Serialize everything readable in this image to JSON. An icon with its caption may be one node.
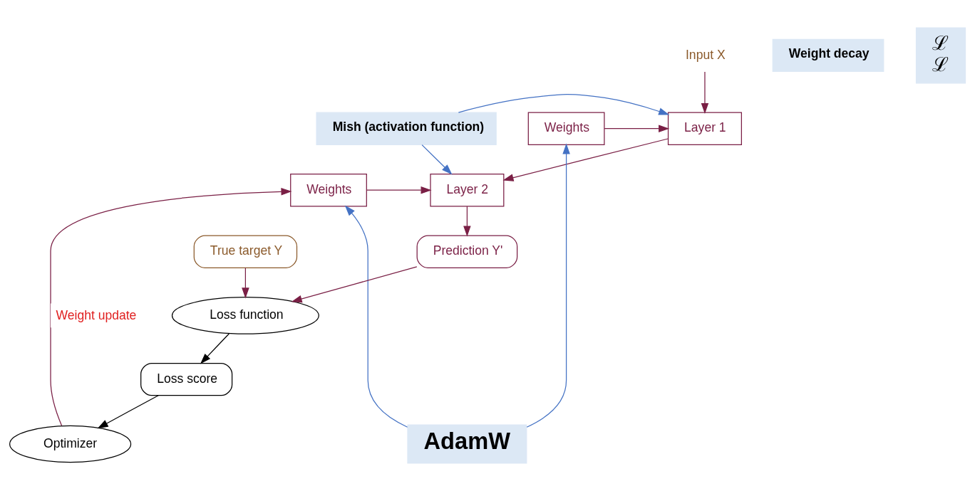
{
  "diagram": {
    "nodes": [
      {
        "text": [
          "Input X"
        ]
      },
      {
        "text": [
          "Weights"
        ]
      },
      {
        "text": [
          "Layer 1"
        ]
      },
      {
        "text": [
          "Weights"
        ]
      },
      {
        "text": [
          "Layer 2"
        ]
      },
      {
        "text": [
          "Mish (activation function)"
        ]
      },
      {
        "text": [
          "Weight decay"
        ]
      },
      {
        "text": [
          "AdamW"
        ]
      },
      {
        "text": [
          "Prediction Y'"
        ]
      },
      {
        "text": [
          "True target Y"
        ]
      },
      {
        "text": [
          "Optimizer"
        ]
      },
      {
        "text": [
          "Loss function"
        ]
      },
      {
        "text": [
          "Loss score"
        ]
      },
      {
        "text": [
          "ℒ",
          "ℒ"
        ]
      }
    ],
    "edges": [
      {
        "from": 0,
        "to": 2,
        "arrow": "to"
      },
      {
        "from": 1,
        "to": 2,
        "arrow": "to"
      },
      {
        "from": 2,
        "to": 4,
        "arrow": "to"
      },
      {
        "from": 3,
        "to": 4,
        "arrow": "to"
      },
      {
        "from": 5,
        "to": 2,
        "arrow": "to",
        "color": "#4472c4"
      },
      {
        "from": 5,
        "to": 4,
        "arrow": "to",
        "color": "#4472c4"
      },
      {
        "from": 7,
        "to": 1,
        "arrow": "to",
        "color": "#4472c4"
      },
      {
        "from": 7,
        "to": 3,
        "arrow": "to",
        "color": "#4472c4"
      },
      {
        "from": 4,
        "to": 8,
        "arrow": "to"
      },
      {
        "from": 8,
        "to": 11,
        "arrow": "to"
      },
      {
        "from": 9,
        "to": 11,
        "arrow": "to"
      },
      {
        "from": 11,
        "to": 12,
        "arrow": "to",
        "color": "#000000"
      },
      {
        "from": 12,
        "to": 10,
        "arrow": "to",
        "color": "#000000"
      },
      {
        "from": 10,
        "to": 3,
        "arrow": "to",
        "label": "Weight update"
      }
    ]
  }
}
